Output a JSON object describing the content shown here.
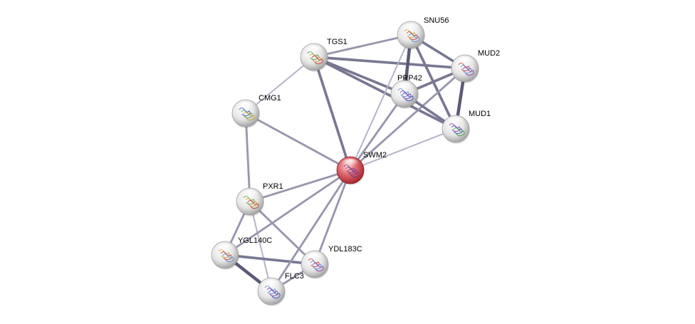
{
  "nodes": [
    {
      "id": "SWM2",
      "label": "SWM2",
      "query": true
    },
    {
      "id": "TGS1",
      "label": "TGS1"
    },
    {
      "id": "SNU56",
      "label": "SNU56"
    },
    {
      "id": "MUD2",
      "label": "MUD2"
    },
    {
      "id": "PRP42",
      "label": "PRP42"
    },
    {
      "id": "MUD1",
      "label": "MUD1"
    },
    {
      "id": "CMG1",
      "label": "CMG1"
    },
    {
      "id": "PXR1",
      "label": "PXR1"
    },
    {
      "id": "YGL140C",
      "label": "YGL140C"
    },
    {
      "id": "YDL183C",
      "label": "YDL183C"
    },
    {
      "id": "FLC3",
      "label": "FLC3"
    }
  ],
  "edges": [
    {
      "source": "TGS1",
      "target": "SNU56",
      "strength": 2
    },
    {
      "source": "TGS1",
      "target": "MUD2",
      "strength": 3
    },
    {
      "source": "TGS1",
      "target": "PRP42",
      "strength": 3
    },
    {
      "source": "TGS1",
      "target": "MUD1",
      "strength": 3
    },
    {
      "source": "TGS1",
      "target": "SWM2",
      "strength": 3
    },
    {
      "source": "TGS1",
      "target": "CMG1",
      "strength": 1
    },
    {
      "source": "SNU56",
      "target": "MUD2",
      "strength": 3
    },
    {
      "source": "SNU56",
      "target": "PRP42",
      "strength": 4
    },
    {
      "source": "SNU56",
      "target": "MUD1",
      "strength": 3
    },
    {
      "source": "SNU56",
      "target": "SWM2",
      "strength": 1
    },
    {
      "source": "MUD2",
      "target": "PRP42",
      "strength": 3
    },
    {
      "source": "MUD2",
      "target": "MUD1",
      "strength": 4
    },
    {
      "source": "MUD2",
      "target": "SWM2",
      "strength": 2
    },
    {
      "source": "PRP42",
      "target": "MUD1",
      "strength": 3
    },
    {
      "source": "PRP42",
      "target": "SWM2",
      "strength": 2
    },
    {
      "source": "MUD1",
      "target": "SWM2",
      "strength": 1
    },
    {
      "source": "CMG1",
      "target": "SWM2",
      "strength": 2
    },
    {
      "source": "CMG1",
      "target": "PXR1",
      "strength": 2
    },
    {
      "source": "PXR1",
      "target": "SWM2",
      "strength": 2
    },
    {
      "source": "PXR1",
      "target": "YGL140C",
      "strength": 2
    },
    {
      "source": "PXR1",
      "target": "YDL183C",
      "strength": 2
    },
    {
      "source": "PXR1",
      "target": "FLC3",
      "strength": 1
    },
    {
      "source": "YGL140C",
      "target": "SWM2",
      "strength": 2
    },
    {
      "source": "YGL140C",
      "target": "YDL183C",
      "strength": 3
    },
    {
      "source": "YGL140C",
      "target": "FLC3",
      "strength": 4
    },
    {
      "source": "YDL183C",
      "target": "SWM2",
      "strength": 2
    },
    {
      "source": "YDL183C",
      "target": "FLC3",
      "strength": 2
    },
    {
      "source": "FLC3",
      "target": "SWM2",
      "strength": 2
    }
  ],
  "colors": {
    "edge_light": "#b4b4c8",
    "edge_dark": "#5a5a78",
    "node_default": "#d8d8d8",
    "node_query": "#d23c46"
  }
}
